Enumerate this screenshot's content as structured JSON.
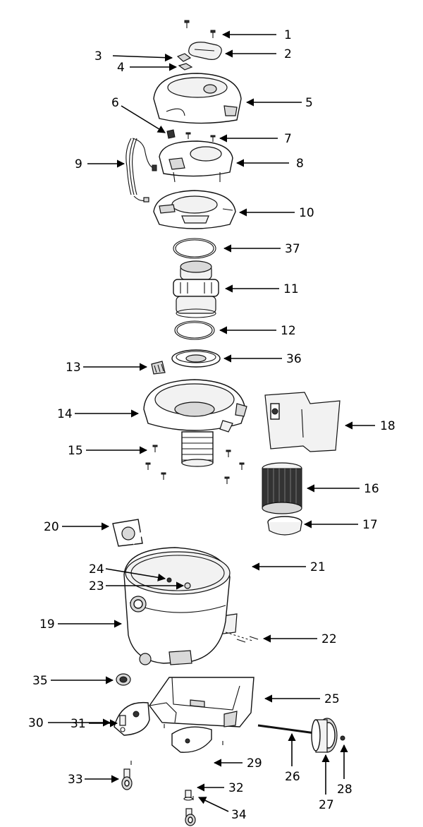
{
  "callouts": [
    {
      "num": "1"
    },
    {
      "num": "2"
    },
    {
      "num": "3"
    },
    {
      "num": "4"
    },
    {
      "num": "5"
    },
    {
      "num": "6"
    },
    {
      "num": "7"
    },
    {
      "num": "8"
    },
    {
      "num": "9"
    },
    {
      "num": "10"
    },
    {
      "num": "37"
    },
    {
      "num": "11"
    },
    {
      "num": "12"
    },
    {
      "num": "36"
    },
    {
      "num": "13"
    },
    {
      "num": "14"
    },
    {
      "num": "18"
    },
    {
      "num": "15"
    },
    {
      "num": "16"
    },
    {
      "num": "17"
    },
    {
      "num": "20"
    },
    {
      "num": "21"
    },
    {
      "num": "24"
    },
    {
      "num": "23"
    },
    {
      "num": "19"
    },
    {
      "num": "22"
    },
    {
      "num": "35"
    },
    {
      "num": "25"
    },
    {
      "num": "30"
    },
    {
      "num": "31"
    },
    {
      "num": "29"
    },
    {
      "num": "26"
    },
    {
      "num": "28"
    },
    {
      "num": "33"
    },
    {
      "num": "32"
    },
    {
      "num": "27"
    },
    {
      "num": "34"
    }
  ]
}
